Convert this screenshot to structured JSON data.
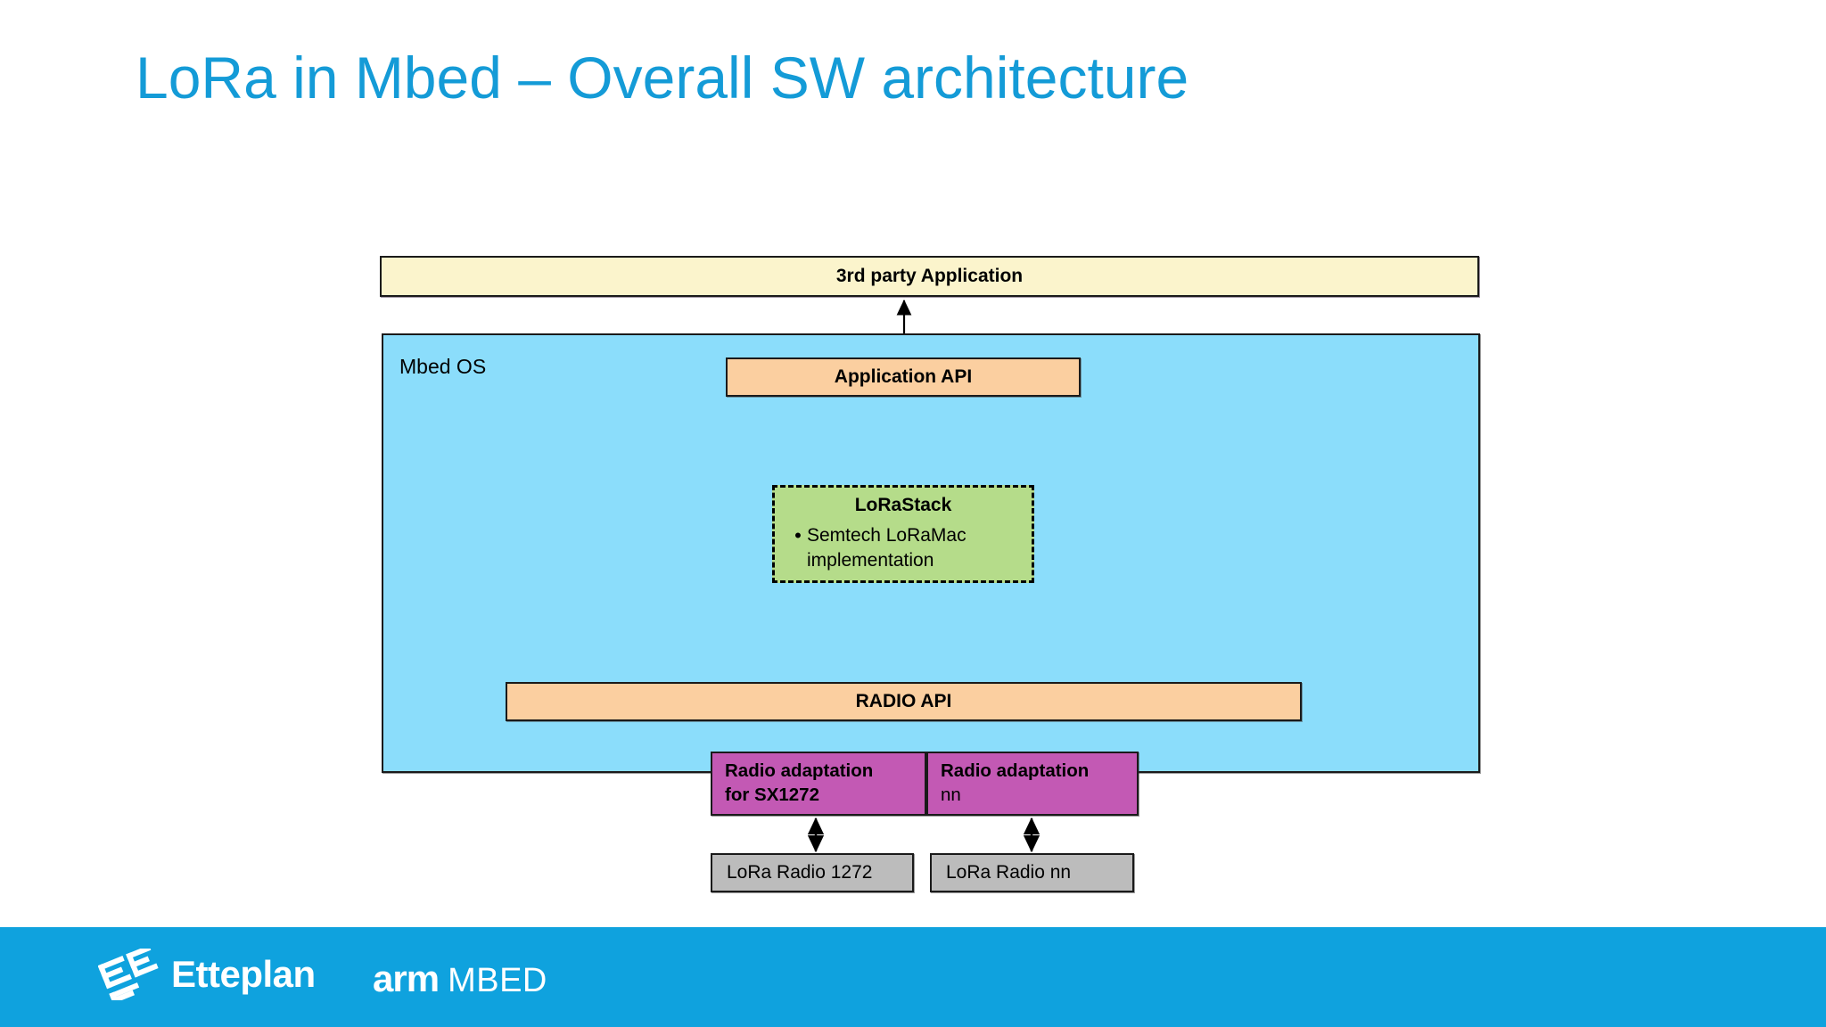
{
  "slide": {
    "title": "LoRa in Mbed – Overall SW architecture",
    "title_color": "#149BD7",
    "background_color": "#ffffff"
  },
  "diagram": {
    "third_party_application": {
      "label": "3rd party Application",
      "fill_color": "#FBF4CC"
    },
    "mbed_os": {
      "label": "Mbed OS",
      "fill_color": "#8BDDFB"
    },
    "application_api": {
      "label": "Application API",
      "fill_color": "#FBCFA0"
    },
    "lorastack": {
      "title": "LoRaStack",
      "bullet_marker": "•",
      "bullet_text": "Semtech LoRaMac implementation",
      "fill_color": "#B5DC8A",
      "border_style": "dashed"
    },
    "radio_api": {
      "label": "RADIO API",
      "fill_color": "#FBCFA0"
    },
    "radio_adaptations": [
      {
        "line1": "Radio adaptation",
        "line2": "for SX1272",
        "line2_weight": "bold",
        "fill_color": "#C359B4"
      },
      {
        "line1": "Radio adaptation",
        "line2": "nn",
        "line2_weight": "normal",
        "fill_color": "#C359B4"
      }
    ],
    "lora_radios": [
      {
        "label": "LoRa Radio 1272",
        "fill_color": "#BCBCBC"
      },
      {
        "label": "LoRa Radio nn",
        "fill_color": "#BCBCBC"
      }
    ]
  },
  "footer": {
    "background_color": "#0FA2DE",
    "etteplan": {
      "mark_name": "etteplan-e-mark",
      "wordmark": "Etteplan"
    },
    "arm_mbed": {
      "arm": "arm",
      "mbed": "MBED"
    }
  }
}
